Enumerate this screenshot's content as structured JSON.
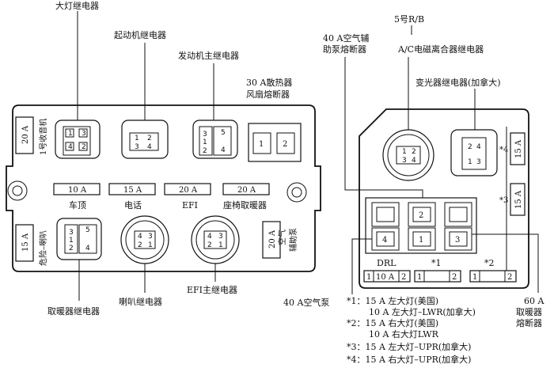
{
  "left_block": {
    "labels": {
      "headlight_relay": "大灯继电器",
      "starter_relay": "起动机继电器",
      "engine_main_relay": "发动机主继电器",
      "radiator_fan_fuse": "30 A散热器",
      "radiator_fan_fuse_2": "风扇熔断器",
      "heater_relay": "取暖器继电器",
      "horn_relay": "喇叭继电器",
      "efi_main_relay": "EFI主继电器"
    },
    "side_fuses": {
      "left_top": {
        "amp": "20 A",
        "name": "1号收音机"
      },
      "left_bottom": {
        "amp": "15 A",
        "name": "危险–喇叭"
      },
      "right_bottom": {
        "amp": "20 A",
        "name": "空气",
        "name2": "辅助泵"
      }
    },
    "fuses_row": [
      {
        "amp": "10 A",
        "name": "车顶"
      },
      {
        "amp": "15 A",
        "name": "电话"
      },
      {
        "amp": "20 A",
        "name": "EFI"
      },
      {
        "amp": "20 A",
        "name": "座椅取暖器"
      }
    ],
    "fan_fuse_slots": [
      "1",
      "2"
    ],
    "pins": {
      "headlight": [
        "1",
        "3",
        "4",
        "2"
      ],
      "starter": [
        "1",
        "2",
        "3",
        "4"
      ],
      "engine_main": [
        "3",
        "1",
        "2",
        "5",
        "4"
      ],
      "heater": [
        "5",
        "3",
        "1",
        "2",
        "4"
      ],
      "horn": [
        "4",
        "3",
        "2",
        "1"
      ],
      "efi_main": [
        "4",
        "3",
        "2",
        "1"
      ]
    }
  },
  "right_block": {
    "labels": {
      "rb_5": "5号R/B",
      "air_pump_fuse_1": "40 A空气辅",
      "air_pump_fuse_2": "助泵熔断器",
      "ac_clutch_relay": "A/C电磁离合器继电器",
      "dimmer_relay": "变光器继电器(加拿大)",
      "air_pump_40": "40 A空气泵",
      "heater_fuse_1": "60 A",
      "heater_fuse_2": "取暖器",
      "heater_fuse_3": "熔断器"
    },
    "side_fuses": [
      {
        "mark": "*4",
        "amp": "15 A"
      },
      {
        "mark": "*3",
        "amp": "15 A"
      }
    ],
    "big_slots": [
      "2",
      "4",
      "1",
      "3"
    ],
    "ac_pins": [
      "1",
      "2",
      "3",
      "4"
    ],
    "dimmer_pins": [
      "2",
      "4",
      "1",
      "3"
    ],
    "bottom_row": {
      "drl": "DRL",
      "star1": "*1",
      "star2": "*2",
      "drl_cells": [
        "1",
        "10 A",
        "2"
      ],
      "s1_cells": [
        "1",
        "2"
      ],
      "s2_cells": [
        "1",
        "2"
      ]
    }
  },
  "notes": [
    "*1：15 A  左大灯(美国)",
    "10 A  左大灯–LWR(加拿大)",
    "*2：15 A  右大灯(美国)",
    "10 A  右大灯LWR",
    "*3：15 A  左大灯–UPR(加拿大)",
    "*4：15 A  右大灯–UPR(加拿大)"
  ]
}
